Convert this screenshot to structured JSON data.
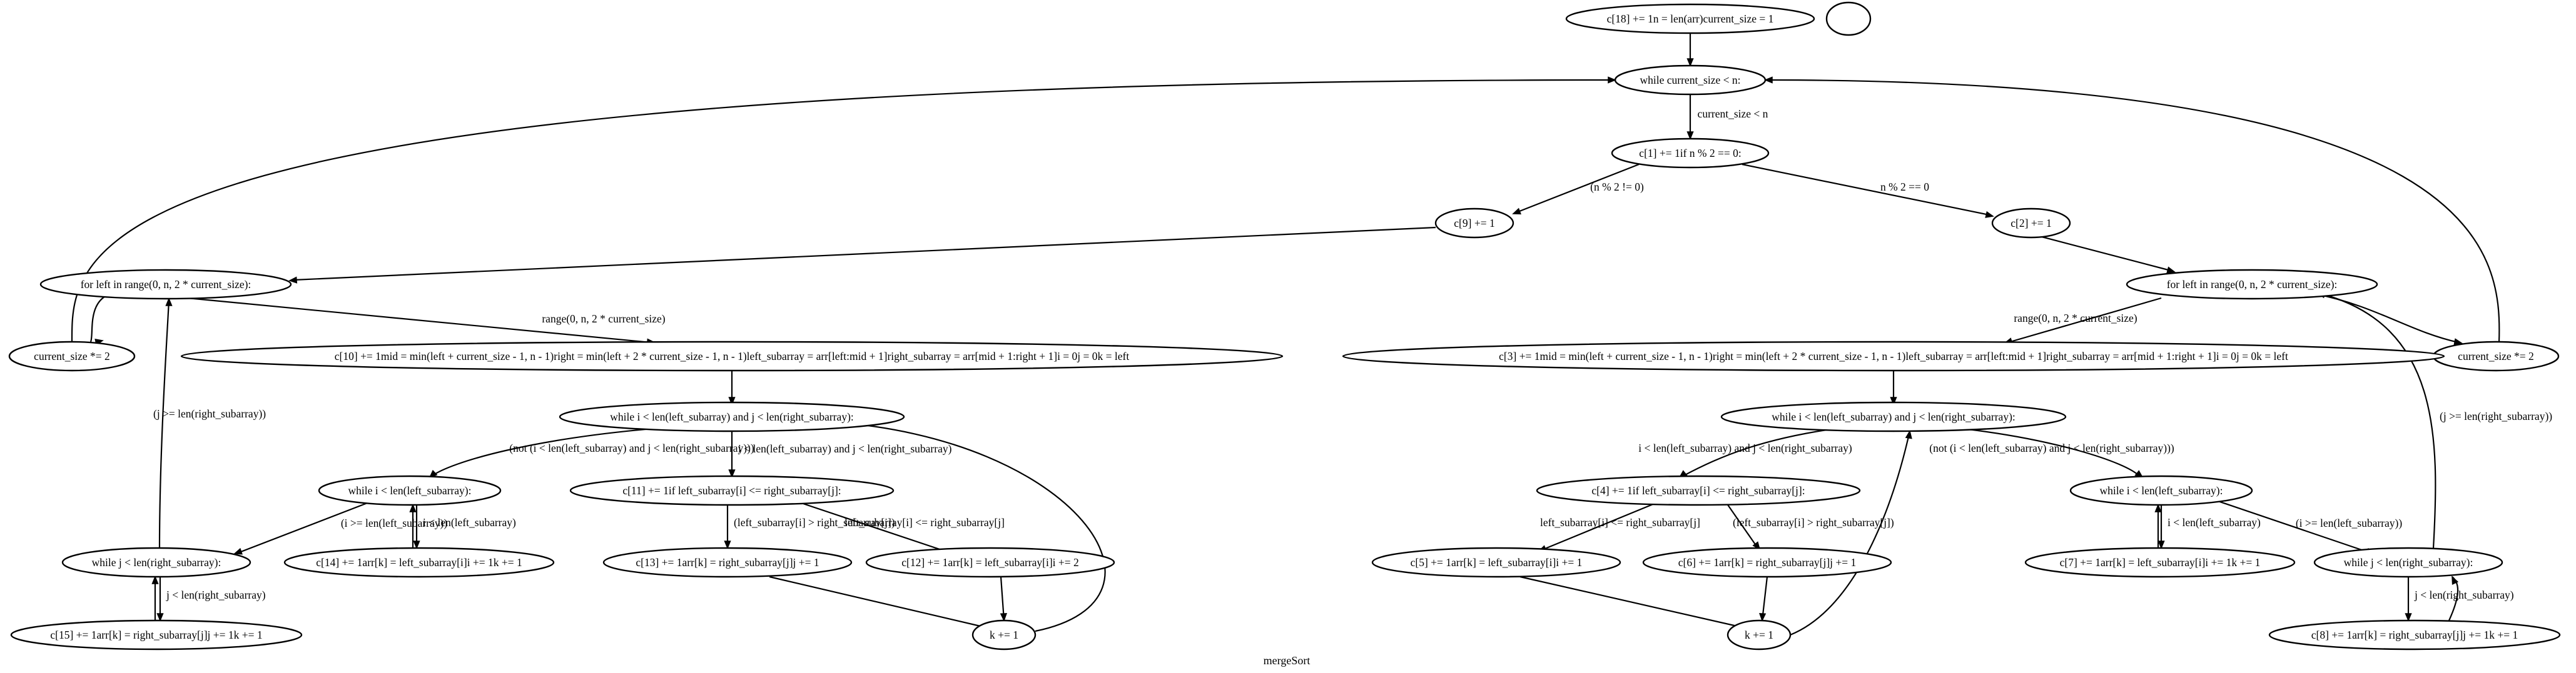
{
  "graph": {
    "title": "mergeSort",
    "nodes": [
      {
        "id": "init",
        "label": "c[18] += 1n = len(arr)current_size = 1"
      },
      {
        "id": "empty",
        "label": ""
      },
      {
        "id": "while_top",
        "label": "while current_size < n:"
      },
      {
        "id": "c1",
        "label": "c[1] += 1if n % 2 == 0:"
      },
      {
        "id": "c9",
        "label": "c[9] += 1"
      },
      {
        "id": "c2",
        "label": "c[2] += 1"
      },
      {
        "id": "forL",
        "label": "for left in range(0, n, 2 * current_size):"
      },
      {
        "id": "forR",
        "label": "for left in range(0, n, 2 * current_size):"
      },
      {
        "id": "csL",
        "label": "current_size *= 2"
      },
      {
        "id": "csR",
        "label": "current_size *= 2"
      },
      {
        "id": "c10",
        "label": "c[10] += 1mid = min(left + current_size - 1, n - 1)right = min(left + 2 * current_size - 1, n - 1)left_subarray = arr[left:mid + 1]right_subarray = arr[mid + 1:right + 1]i = 0j = 0k = left"
      },
      {
        "id": "c3",
        "label": "c[3] += 1mid = min(left + current_size - 1, n - 1)right = min(left + 2 * current_size - 1, n - 1)left_subarray = arr[left:mid + 1]right_subarray = arr[mid + 1:right + 1]i = 0j = 0k = left"
      },
      {
        "id": "whileIJ_L",
        "label": "while i < len(left_subarray) and j < len(right_subarray):"
      },
      {
        "id": "whileIJ_R",
        "label": "while i < len(left_subarray) and j < len(right_subarray):"
      },
      {
        "id": "whileI_L",
        "label": "while i < len(left_subarray):"
      },
      {
        "id": "c11",
        "label": "c[11] += 1if left_subarray[i] <= right_subarray[j]:"
      },
      {
        "id": "c4",
        "label": "c[4] += 1if left_subarray[i] <= right_subarray[j]:"
      },
      {
        "id": "whileI_R",
        "label": "while i < len(left_subarray):"
      },
      {
        "id": "whileJ_L",
        "label": "while j < len(right_subarray):"
      },
      {
        "id": "c14",
        "label": "c[14] += 1arr[k] = left_subarray[i]i += 1k += 1"
      },
      {
        "id": "c13",
        "label": "c[13] += 1arr[k] = right_subarray[j]j += 1"
      },
      {
        "id": "c12",
        "label": "c[12] += 1arr[k] = left_subarray[i]i += 2"
      },
      {
        "id": "c5",
        "label": "c[5] += 1arr[k] = left_subarray[i]i += 1"
      },
      {
        "id": "c6",
        "label": "c[6] += 1arr[k] = right_subarray[j]j += 1"
      },
      {
        "id": "c7",
        "label": "c[7] += 1arr[k] = left_subarray[i]i += 1k += 1"
      },
      {
        "id": "whileJ_R",
        "label": "while j < len(right_subarray):"
      },
      {
        "id": "c15",
        "label": "c[15] += 1arr[k] = right_subarray[j]j += 1k += 1"
      },
      {
        "id": "kL",
        "label": "k += 1"
      },
      {
        "id": "kR",
        "label": "k += 1"
      },
      {
        "id": "c8",
        "label": "c[8] += 1arr[k] = right_subarray[j]j += 1k += 1"
      }
    ],
    "edges": [
      {
        "from": "init",
        "to": "while_top",
        "label": ""
      },
      {
        "from": "while_top",
        "to": "c1",
        "label": "current_size < n"
      },
      {
        "from": "c1",
        "to": "c9",
        "label": "(n % 2 != 0)"
      },
      {
        "from": "c1",
        "to": "c2",
        "label": "n % 2 == 0"
      },
      {
        "from": "c9",
        "to": "forL",
        "label": ""
      },
      {
        "from": "c2",
        "to": "forR",
        "label": ""
      },
      {
        "from": "forL",
        "to": "csL",
        "label": ""
      },
      {
        "from": "forL",
        "to": "c10",
        "label": "range(0, n, 2 * current_size)"
      },
      {
        "from": "csL",
        "to": "while_top",
        "label": ""
      },
      {
        "from": "forR",
        "to": "csR",
        "label": ""
      },
      {
        "from": "forR",
        "to": "c3",
        "label": "range(0, n, 2 * current_size)"
      },
      {
        "from": "csR",
        "to": "while_top",
        "label": ""
      },
      {
        "from": "c10",
        "to": "whileIJ_L",
        "label": ""
      },
      {
        "from": "whileIJ_L",
        "to": "whileI_L",
        "label": "(not (i < len(left_subarray) and j < len(right_subarray)))"
      },
      {
        "from": "whileIJ_L",
        "to": "c11",
        "label": "i < len(left_subarray) and j < len(right_subarray)"
      },
      {
        "from": "whileI_L",
        "to": "c14",
        "label": "i < len(left_subarray)"
      },
      {
        "from": "c14",
        "to": "whileI_L",
        "label": ""
      },
      {
        "from": "whileI_L",
        "to": "whileJ_L",
        "label": "(i >= len(left_subarray))"
      },
      {
        "from": "whileJ_L",
        "to": "c15",
        "label": "j < len(right_subarray)"
      },
      {
        "from": "c15",
        "to": "whileJ_L",
        "label": ""
      },
      {
        "from": "whileJ_L",
        "to": "forL",
        "label": "(j >= len(right_subarray))"
      },
      {
        "from": "c11",
        "to": "c13",
        "label": "(left_subarray[i] > right_subarray[j])"
      },
      {
        "from": "c11",
        "to": "c12",
        "label": "left_subarray[i] <= right_subarray[j]"
      },
      {
        "from": "c13",
        "to": "kL",
        "label": ""
      },
      {
        "from": "c12",
        "to": "kL",
        "label": ""
      },
      {
        "from": "kL",
        "to": "whileIJ_L",
        "label": ""
      },
      {
        "from": "c3",
        "to": "whileIJ_R",
        "label": ""
      },
      {
        "from": "whileIJ_R",
        "to": "c4",
        "label": "i < len(left_subarray) and j < len(right_subarray)"
      },
      {
        "from": "whileIJ_R",
        "to": "whileI_R",
        "label": "(not (i < len(left_subarray) and j < len(right_subarray)))"
      },
      {
        "from": "c4",
        "to": "c5",
        "label": "left_subarray[i] <= right_subarray[j]"
      },
      {
        "from": "c4",
        "to": "c6",
        "label": "(left_subarray[i] > right_subarray[j])"
      },
      {
        "from": "c5",
        "to": "kR",
        "label": ""
      },
      {
        "from": "c6",
        "to": "kR",
        "label": ""
      },
      {
        "from": "kR",
        "to": "whileIJ_R",
        "label": ""
      },
      {
        "from": "whileI_R",
        "to": "c7",
        "label": "i < len(left_subarray)"
      },
      {
        "from": "c7",
        "to": "whileI_R",
        "label": ""
      },
      {
        "from": "whileI_R",
        "to": "whileJ_R",
        "label": "(i >= len(left_subarray))"
      },
      {
        "from": "whileJ_R",
        "to": "c8",
        "label": "j < len(right_subarray)"
      },
      {
        "from": "c8",
        "to": "whileJ_R",
        "label": ""
      },
      {
        "from": "whileJ_R",
        "to": "forR",
        "label": "(j >= len(right_subarray))"
      }
    ]
  }
}
